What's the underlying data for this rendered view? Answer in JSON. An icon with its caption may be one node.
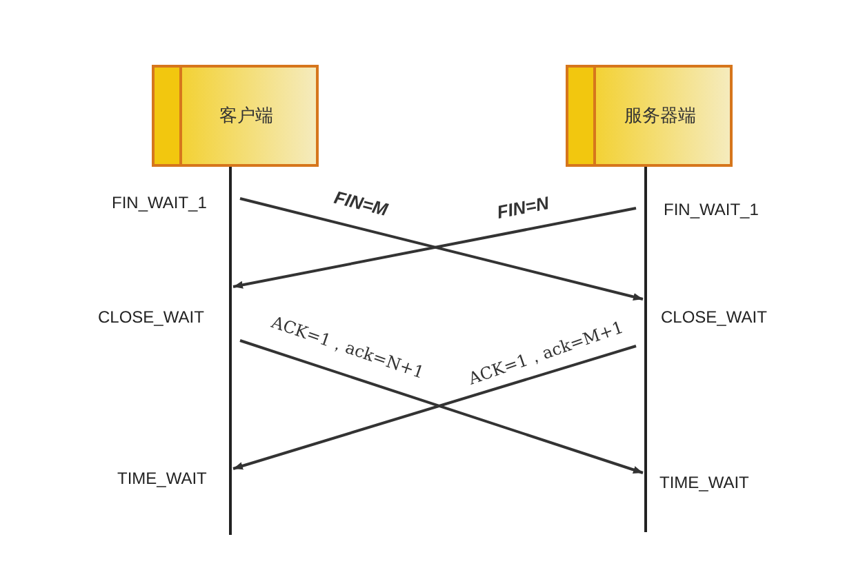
{
  "diagram": {
    "nodes": [
      {
        "text": [
          "客户端"
        ]
      },
      {
        "text": [
          "服务器端"
        ]
      },
      {
        "text": [],
        "shape": "bar"
      },
      {
        "text": [],
        "shape": "bar"
      }
    ],
    "edges": [
      {
        "from": 2,
        "to": 3,
        "arrow": "to",
        "label": "FIN=M"
      },
      {
        "from": 3,
        "to": 2,
        "arrow": "to",
        "label": "FIN=N"
      },
      {
        "from": 2,
        "to": 3,
        "arrow": "to",
        "label": "ACK=1，ack=N+1"
      },
      {
        "from": 3,
        "to": 2,
        "arrow": "to",
        "label": "ACK=1，ack=M+1"
      }
    ],
    "labels": [
      "FIN_WAIT_1",
      "FIN_WAIT_1",
      "CLOSE_WAIT",
      "CLOSE_WAIT",
      "TIME_WAIT",
      "TIME_WAIT"
    ]
  }
}
